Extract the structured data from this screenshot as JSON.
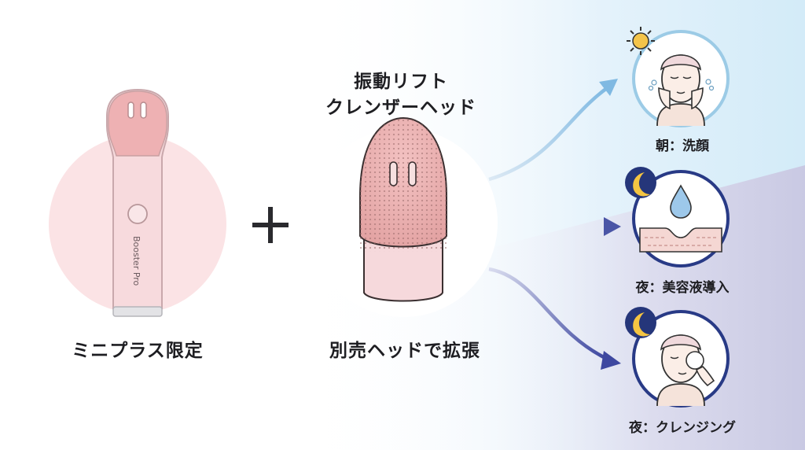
{
  "device": {
    "caption": "ミニプラス限定",
    "brand_text": "Booster Pro",
    "body_color": "#f5d5d8",
    "tip_color": "#ecaeb0",
    "halo_color": "#fbe3e5"
  },
  "head": {
    "title_line1": "振動リフト",
    "title_line2": "クレンザーヘッド",
    "caption": "別売ヘッドで拡張",
    "color": "#e9a9a8"
  },
  "plus_symbol": "+",
  "modes": [
    {
      "label": "朝：洗顔",
      "icon": "sun-icon",
      "scene": "face-washing-illustration",
      "arrow_color": "#8ec3e6"
    },
    {
      "label": "夜：美容液導入",
      "icon": "moon-icon",
      "scene": "serum-penetration-illustration",
      "arrow_color": "#4f58a8"
    },
    {
      "label": "夜：クレンジング",
      "icon": "moon-icon",
      "scene": "face-cleansing-illustration",
      "arrow_color": "#3e48a0"
    }
  ],
  "colors": {
    "morning_ring": "#9ccbe6",
    "night_ring": "#283a86",
    "moon_bg": "#25367a",
    "moon_color": "#f5c542",
    "sun_color": "#f4c44a",
    "text": "#1e1e22"
  }
}
